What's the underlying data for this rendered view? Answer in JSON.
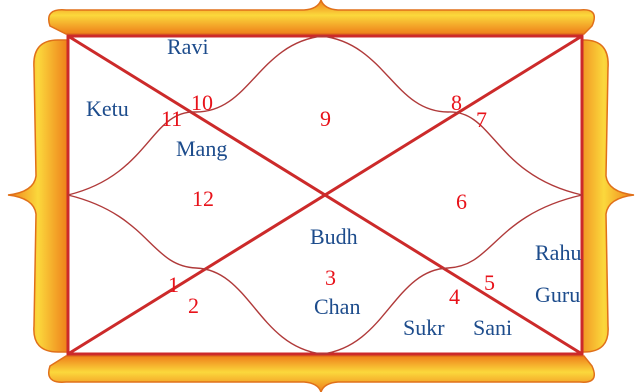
{
  "chart": {
    "colors": {
      "line": "#cc2a2a",
      "curve": "#b03a3a",
      "frame_gold": "#f7c934",
      "frame_orange": "#ec7a1a",
      "house_number": "#e8121a",
      "planet_text": "#1d4c8c"
    },
    "house_numbers": [
      "1",
      "2",
      "3",
      "4",
      "5",
      "6",
      "7",
      "8",
      "9",
      "10",
      "11",
      "12"
    ],
    "planets": {
      "ravi": "Ravi",
      "ketu": "Ketu",
      "mang": "Mang",
      "budh": "Budh",
      "chan": "Chan",
      "sukr": "Sukr",
      "sani": "Sani",
      "rahu": "Rahu",
      "guru": "Guru"
    }
  }
}
